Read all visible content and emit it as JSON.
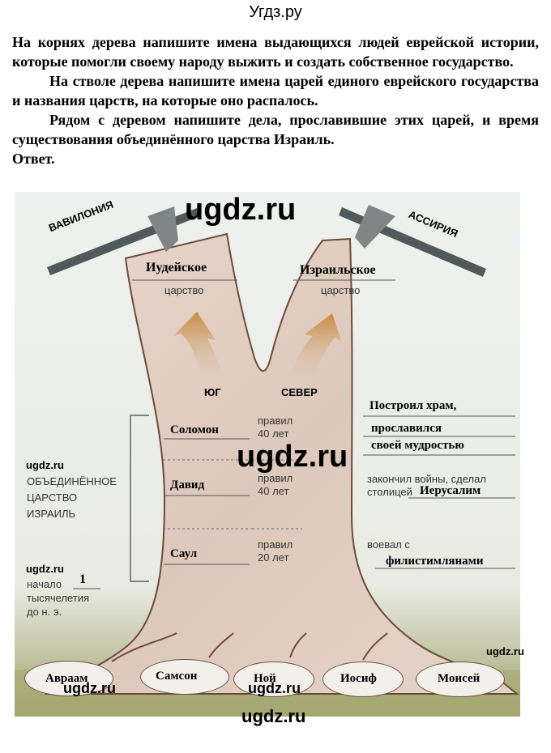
{
  "header": {
    "site_title": "Угдз.ру"
  },
  "task": {
    "p1": "На корнях дерева напишите имена выдающихся людей еврейской истории, которые помогли своему народу выжить и создать собственное государство.",
    "p2": "На стволе дерева напишите имена царей единого еврейского государства и названия царств, на которые оно распалось.",
    "p3": "Рядом с деревом напишите дела, прославившие этих царей, и время существования объединённого царства Израиль.",
    "answer_label": "Ответ."
  },
  "tree": {
    "axe_left": "ВАВИЛОНИЯ",
    "axe_right": "АССИРИЯ",
    "branch_left": {
      "name": "Иудейское",
      "caption": "царство"
    },
    "branch_right": {
      "name": "Израильское",
      "caption": "царство"
    },
    "arrow_left": "ЮГ",
    "arrow_right": "СЕВЕР",
    "kings": [
      {
        "name": "Соломон",
        "rule_1": "правил",
        "rule_2": "40 лет"
      },
      {
        "name": "Давид",
        "rule_1": "правил",
        "rule_2": "40 лет"
      },
      {
        "name": "Саул",
        "rule_1": "правил",
        "rule_2": "20 лет"
      }
    ],
    "united_kingdom": [
      "ОБЪЕДИНЁННОЕ",
      "ЦАРСТВО",
      "ИЗРАИЛЬ"
    ],
    "start": {
      "label": "начало",
      "value": "1",
      "line2": "тысячелетия",
      "line3": "до н. э."
    },
    "deeds": {
      "solomon_1": "Построил храм,",
      "solomon_2": "прославился",
      "solomon_3": "своей мудростью",
      "david_prefix_1": "закончил войны, сделал",
      "david_prefix_2": "столицей",
      "david_value": "Иерусалим",
      "saul_prefix": "воевал с",
      "saul_value": "филистимлянами"
    },
    "roots": [
      "Авраам",
      "Самсон",
      "Ной",
      "Иосиф",
      "Моисей"
    ]
  },
  "watermarks": {
    "big": "ugdz.ru",
    "small": "ugdz.ru"
  }
}
